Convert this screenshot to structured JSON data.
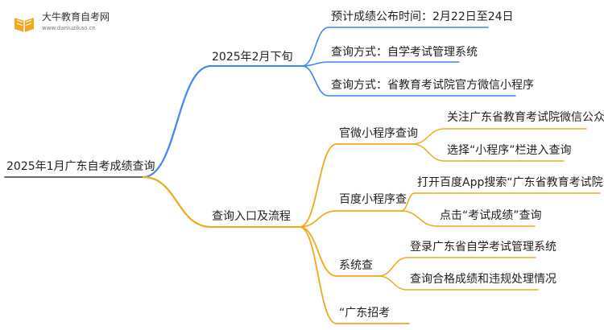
{
  "brand": {
    "name": "大牛教育自考网",
    "url": "www.daniuzikao.cn"
  },
  "colors": {
    "branch_blue": "#3f86f3",
    "branch_orange": "#f2a81a",
    "root_line": "#555555",
    "logo_orange": "#f5a623"
  },
  "mindmap": {
    "root": "2025年1月广东自考成绩查询",
    "branches": [
      {
        "label": "2025年2月下旬",
        "children": [
          {
            "label": "预计成绩公布时间：2月22日至24日"
          },
          {
            "label": "查询方式：自学考试管理系统"
          },
          {
            "label": "查询方式：省教育考试院官方微信小程序"
          }
        ]
      },
      {
        "label": "查询入口及流程",
        "children": [
          {
            "label": "官微小程序查询",
            "children": [
              "关注广东省教育考试院微信公众号",
              "选择“小程序”栏进入查询"
            ]
          },
          {
            "label": "百度小程序查",
            "children": [
              "打开百度App搜索“广东省教育考试院”",
              "点击“考试成绩”查询"
            ]
          },
          {
            "label": "系统查",
            "children": [
              "登录广东省自学考试管理系统",
              "查询合格成绩和违规处理情况"
            ]
          },
          {
            "label": "“广东招考",
            "children": []
          }
        ]
      }
    ]
  }
}
